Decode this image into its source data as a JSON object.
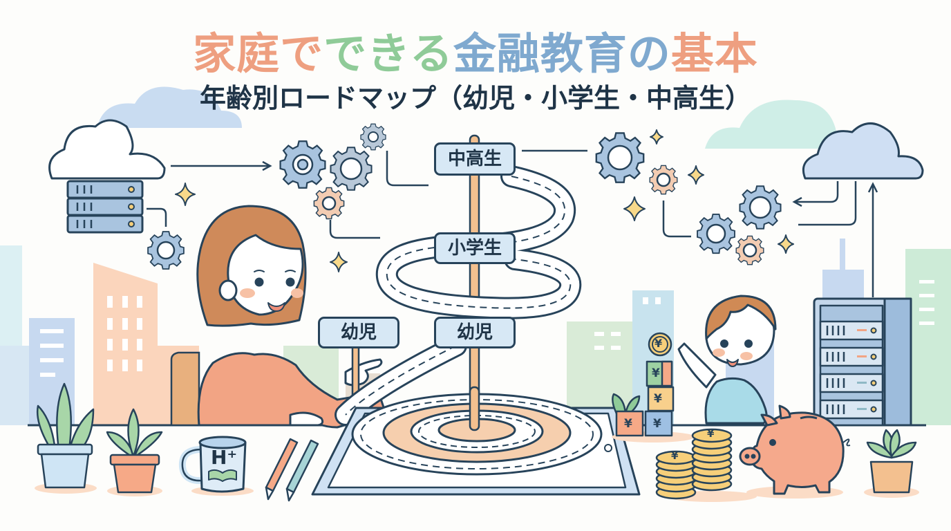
{
  "title": {
    "segments": [
      {
        "text": "家庭で",
        "color": "#ee9f80"
      },
      {
        "text": "できる",
        "color": "#8fcb98"
      },
      {
        "text": "金融教育",
        "color": "#7fa9cf"
      },
      {
        "text": "の",
        "color": "#7fa9cf"
      },
      {
        "text": "基本",
        "color": "#ee9f80"
      }
    ],
    "full": "家庭でできる金融教育の基本"
  },
  "subtitle": "年齢別ロードマップ（幼児・小学生・中高生）",
  "roadmap": {
    "signs": [
      {
        "label": "中高生",
        "stage": "junior-senior-high"
      },
      {
        "label": "小学生",
        "stage": "elementary"
      },
      {
        "label": "幼児",
        "stage": "preschool"
      }
    ],
    "mother_pointing_sign": "幼児"
  },
  "props": {
    "mug_label": "H⁺",
    "coin_symbol": "¥",
    "block_symbol": "¥"
  },
  "colors": {
    "outline": "#27435a",
    "accent_orange": "#ee9f80",
    "accent_green": "#8fcb98",
    "accent_blue": "#7fa9cf",
    "sign_fill": "#d7e8f5",
    "pole": "#f3c08f",
    "coin": "#f6cf7a",
    "piggy": "#f5a98c"
  }
}
